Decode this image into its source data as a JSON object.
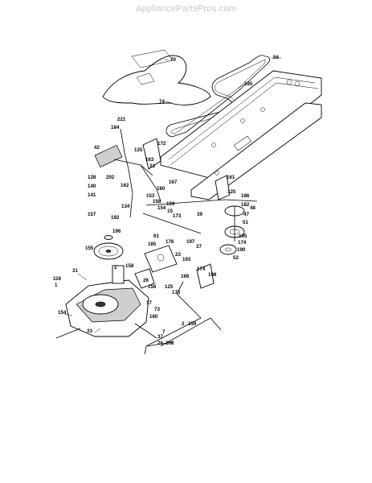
{
  "watermark": "AppliancePartsPros.com",
  "callouts": [
    "70",
    "56",
    "74",
    "185",
    "221",
    "184",
    "172",
    "42",
    "125",
    "163",
    "33",
    "167",
    "160",
    "153",
    "161",
    "128",
    "202",
    "162",
    "140",
    "141",
    "157",
    "192",
    "134",
    "159",
    "158",
    "154",
    "15",
    "173",
    "125",
    "186",
    "48",
    "182",
    "47",
    "39",
    "51",
    "37",
    "196",
    "155",
    "61",
    "176",
    "174",
    "195",
    "197",
    "185",
    "23",
    "174",
    "190",
    "52",
    "31",
    "116",
    "2",
    "158",
    "193",
    "166",
    "198",
    "125",
    "173",
    "160",
    "26",
    "156",
    "154",
    "73",
    "17",
    "7",
    "37",
    "26",
    "208",
    "33",
    "1",
    "2",
    "159"
  ]
}
